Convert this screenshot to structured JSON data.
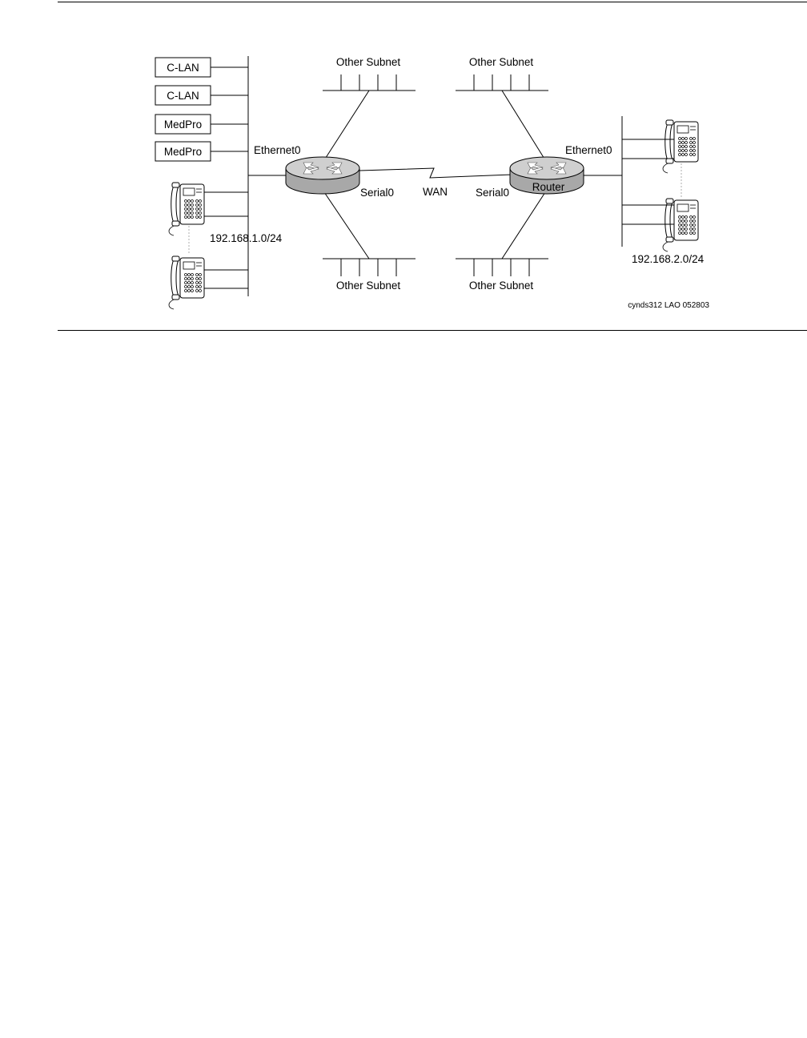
{
  "left_lan": {
    "boxes": [
      {
        "label": "C-LAN"
      },
      {
        "label": "C-LAN"
      },
      {
        "label": "MedPro"
      },
      {
        "label": "MedPro"
      }
    ],
    "interface_label": "Ethernet0",
    "subnet_label": "192.168.1.0/24",
    "phone_icon": "telephone-icon"
  },
  "router_left": {
    "interface_label": "Serial0",
    "icon": "router-icon"
  },
  "wan_label": "WAN",
  "router_right": {
    "name": "Router",
    "serial_label": "Serial0",
    "ethernet_label": "Ethernet0",
    "icon": "router-icon"
  },
  "right_lan": {
    "subnet_label": "192.168.2.0/24",
    "phone_icon": "telephone-icon"
  },
  "other_subnets": [
    {
      "label": "Other Subnet"
    },
    {
      "label": "Other Subnet"
    },
    {
      "label": "Other Subnet"
    },
    {
      "label": "Other Subnet"
    }
  ],
  "figure_id": "cynds312 LAO 052803"
}
